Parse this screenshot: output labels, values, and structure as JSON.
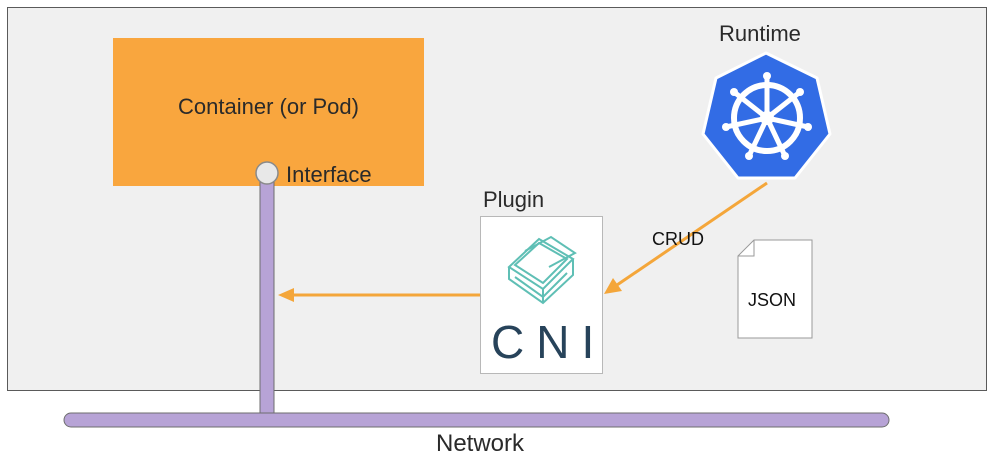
{
  "labels": {
    "container": "Container (or Pod)",
    "interface": "Interface",
    "runtime": "Runtime",
    "plugin": "Plugin",
    "cni": "CNI",
    "crud": "CRUD",
    "json": "JSON",
    "network": "Network"
  },
  "colors": {
    "container": "#f9a63e",
    "pipe": "#b7a3d6",
    "pipe_outline": "#6e6e6e",
    "arrow": "#f4a63a",
    "kubernetes": "#326ce5",
    "cni_logo": "#5fbfb5",
    "cni_text": "#27435a"
  },
  "icons": {
    "runtime": "kubernetes-helm-icon",
    "plugin": "cni-logo-icon",
    "document": "document-icon"
  }
}
